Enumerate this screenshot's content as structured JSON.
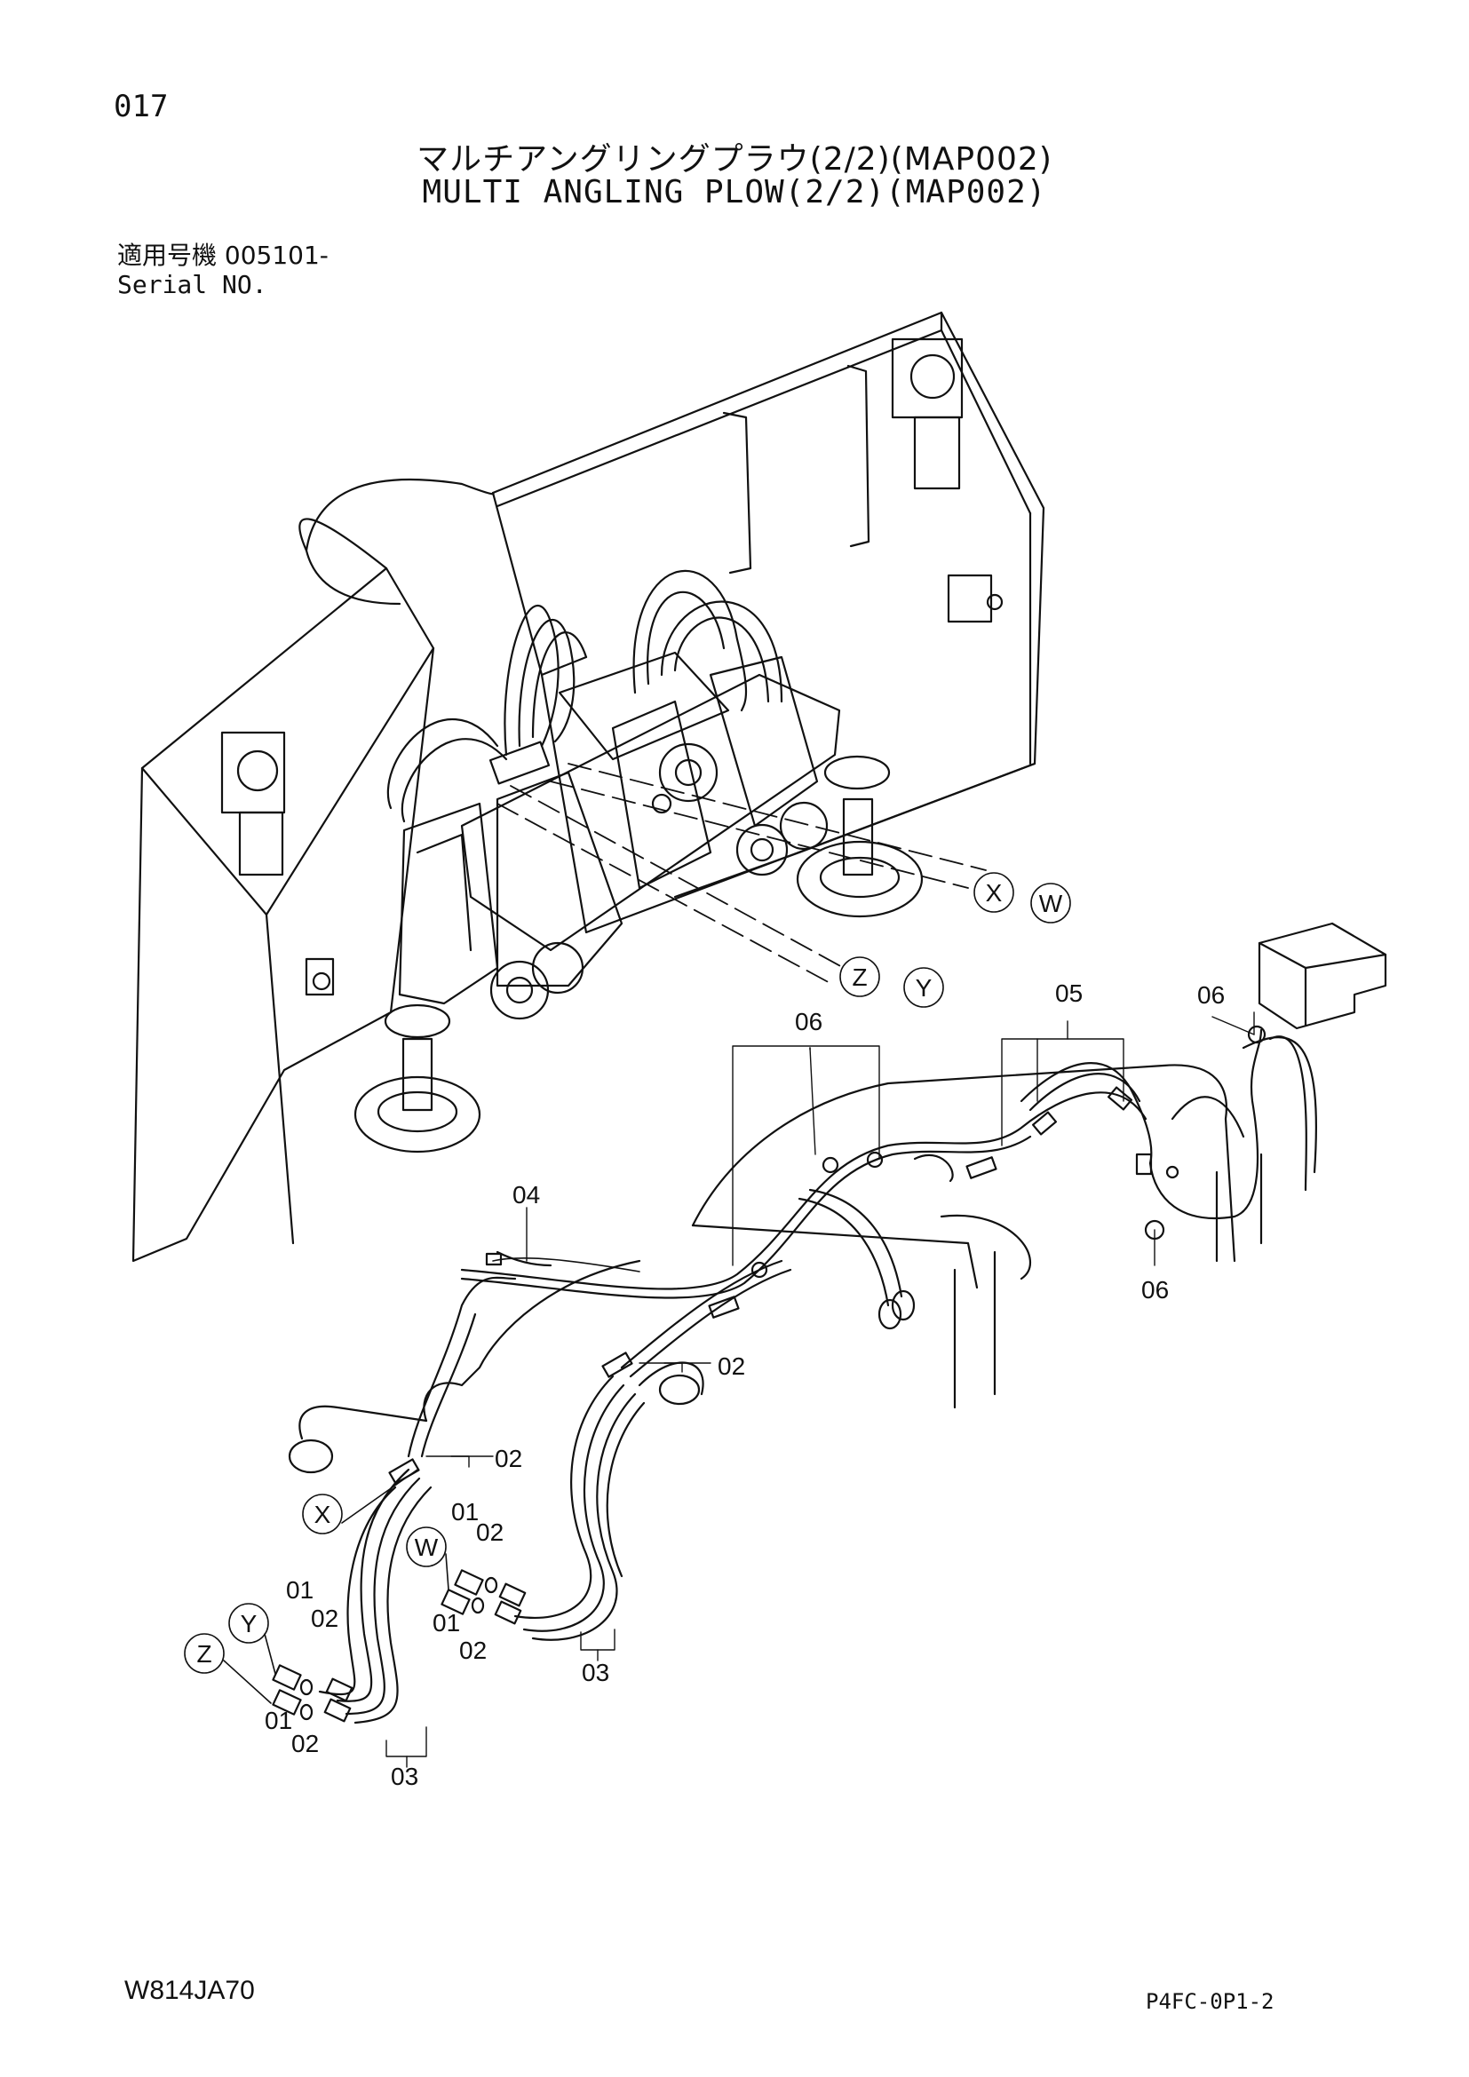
{
  "header": {
    "page_number": "017",
    "title_jp": "マルチアングリングプラウ(2/2)(MAP002)",
    "title_en": "MULTI ANGLING PLOW(2/2)(MAP002)",
    "serial_line_jp": "適用号機 005101-",
    "serial_line_en": "Serial NO."
  },
  "callouts": {
    "part_01": "01",
    "part_02": "02",
    "part_03": "03",
    "part_04": "04",
    "part_05": "05",
    "part_06": "06"
  },
  "connection_points": {
    "x": "X",
    "w": "W",
    "y": "Y",
    "z": "Z"
  },
  "footer": {
    "drawing_code": "W814JA70",
    "sheet_code": "P4FC-0P1-2"
  }
}
